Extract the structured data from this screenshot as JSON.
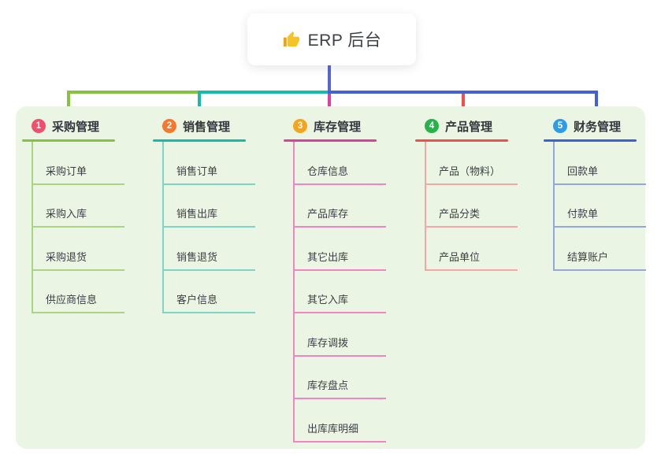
{
  "root": {
    "label": "ERP 后台",
    "icon": "thumbs-up-icon"
  },
  "branches": [
    {
      "badge": "1",
      "label": "采购管理",
      "badge_color": "#f0506e",
      "line_color": "#85c23f",
      "sub_line_color": "#a9d583",
      "children": [
        "采购订单",
        "采购入库",
        "采购退货",
        "供应商信息"
      ]
    },
    {
      "badge": "2",
      "label": "销售管理",
      "badge_color": "#f5782d",
      "line_color": "#13bca9",
      "sub_line_color": "#7fd4c8",
      "children": [
        "销售订单",
        "销售出库",
        "销售退货",
        "客户信息"
      ]
    },
    {
      "badge": "3",
      "label": "库存管理",
      "badge_color": "#f7a41d",
      "line_color": "#dc3f9d",
      "sub_line_color": "#ef86c3",
      "children": [
        "仓库信息",
        "产品库存",
        "其它出库",
        "其它入库",
        "库存调拨",
        "库存盘点",
        "出库库明细"
      ]
    },
    {
      "badge": "4",
      "label": "产品管理",
      "badge_color": "#28b24b",
      "line_color": "#f04f4f",
      "sub_line_color": "#f5a8a3",
      "children": [
        "产品（物料）",
        "产品分类",
        "产品单位"
      ]
    },
    {
      "badge": "5",
      "label": "财务管理",
      "badge_color": "#2e9be6",
      "line_color": "#3c60db",
      "sub_line_color": "#93a6de",
      "children": [
        "回款单",
        "付款单",
        "结算账户"
      ]
    }
  ],
  "colors": {
    "panel_background": "#eaf6e3",
    "root_connector": "#5766d2",
    "connector_green": "#85c23f",
    "connector_teal": "#13bca9",
    "connector_blue": "#4360d8",
    "connector_magenta": "#dc3f9d",
    "connector_red": "#f04f4f",
    "thumb_icon_color": "#f6c324"
  }
}
